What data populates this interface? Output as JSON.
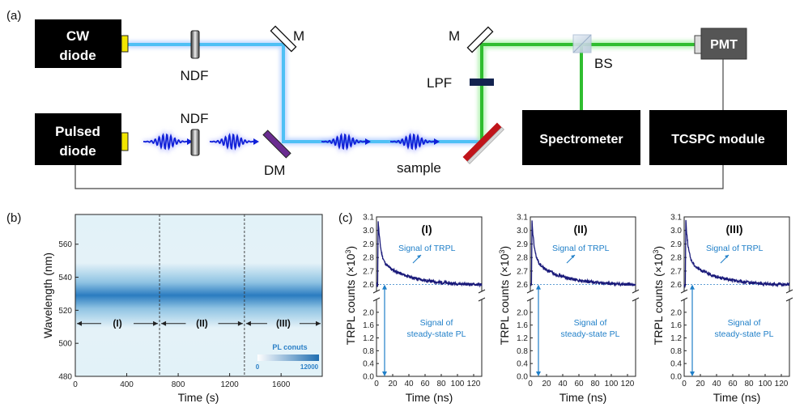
{
  "panel_a": {
    "label": "(a)",
    "boxes": {
      "cw_line1": "CW",
      "cw_line2": "diode",
      "pulsed_line1": "Pulsed",
      "pulsed_line2": "diode",
      "pmt": "PMT",
      "spectrometer": "Spectrometer",
      "tcspc": "TCSPC module"
    },
    "labels": {
      "ndf_top": "NDF",
      "ndf_bottom": "NDF",
      "m_left": "M",
      "m_right": "M",
      "dm": "DM",
      "lpf": "LPF",
      "bs": "BS",
      "sample": "sample"
    },
    "colors": {
      "blue_beam": "#3ab0f0",
      "green_beam": "#2fbd2f",
      "box": "#000000",
      "pmt_box": "#555555",
      "sample_mirror": "#c0141a",
      "dm": "#6a2c91",
      "lpf": "#13234f"
    }
  },
  "panel_b": {
    "label": "(b)",
    "chart_data": {
      "type": "heatmap",
      "xlabel": "Time (s)",
      "ylabel": "Wavelength (nm)",
      "xlim": [
        0,
        1920
      ],
      "ylim": [
        480,
        578
      ],
      "x_ticks": [
        0,
        400,
        800,
        1200,
        1600
      ],
      "y_ticks": [
        480,
        500,
        520,
        540,
        560
      ],
      "band_center_nm": 536,
      "band_halfwidth_nm": 9,
      "section_boundaries_s": [
        655,
        1315
      ],
      "sections": [
        "(I)",
        "(II)",
        "(III)"
      ],
      "colorbar": {
        "title": "PL conuts",
        "min": "0",
        "max": "12000",
        "colors": [
          "#ffffff",
          "#1f6db0"
        ]
      }
    }
  },
  "panel_c": {
    "label": "(c)",
    "ylabel_main": "TRPL counts (×10",
    "ylabel_sup": "3",
    "ylabel_end": ")",
    "xlabel": "Time (ns)",
    "signal_trpl": "Signal of TRPL",
    "signal_ss_line1": "Signal of",
    "signal_ss_line2": "steady-state PL",
    "chart_data": [
      {
        "type": "line",
        "title": "(I)",
        "xlim": [
          0,
          130
        ],
        "ylim_upper": [
          2.55,
          3.1
        ],
        "ylim_lower": [
          0,
          2.4
        ],
        "x_ticks": [
          0,
          20,
          40,
          60,
          80,
          100,
          120
        ],
        "y_ticks_upper": [
          2.6,
          2.7,
          2.8,
          2.9,
          3.0,
          3.1
        ],
        "y_ticks_lower": [
          0.0,
          0.4,
          0.8,
          1.2,
          1.6,
          2.0
        ],
        "baseline": 2.6,
        "peak": 3.09,
        "peak_time_ns": 2,
        "tau_fast_ns": 3,
        "tau_slow_ns": 35,
        "amp_fast": 0.3,
        "amp_slow": 0.19,
        "floor": 2.595,
        "color": "#1a1a7a"
      },
      {
        "type": "line",
        "title": "(II)",
        "xlim": [
          0,
          130
        ],
        "ylim_upper": [
          2.55,
          3.1
        ],
        "ylim_lower": [
          0,
          2.4
        ],
        "x_ticks": [
          0,
          20,
          40,
          60,
          80,
          100,
          120
        ],
        "y_ticks_upper": [
          2.6,
          2.7,
          2.8,
          2.9,
          3.0,
          3.1
        ],
        "y_ticks_lower": [
          0.0,
          0.4,
          0.8,
          1.2,
          1.6,
          2.0
        ],
        "baseline": 2.6,
        "peak": 3.08,
        "peak_time_ns": 2,
        "tau_fast_ns": 3,
        "tau_slow_ns": 35,
        "amp_fast": 0.29,
        "amp_slow": 0.19,
        "floor": 2.595,
        "color": "#1a1a7a"
      },
      {
        "type": "line",
        "title": "(III)",
        "xlim": [
          0,
          130
        ],
        "ylim_upper": [
          2.55,
          3.1
        ],
        "ylim_lower": [
          0,
          2.4
        ],
        "x_ticks": [
          0,
          20,
          40,
          60,
          80,
          100,
          120
        ],
        "y_ticks_upper": [
          2.6,
          2.7,
          2.8,
          2.9,
          3.0,
          3.1
        ],
        "y_ticks_lower": [
          0.0,
          0.4,
          0.8,
          1.2,
          1.6,
          2.0
        ],
        "baseline": 2.6,
        "peak": 3.09,
        "peak_time_ns": 2,
        "tau_fast_ns": 3,
        "tau_slow_ns": 35,
        "amp_fast": 0.3,
        "amp_slow": 0.19,
        "floor": 2.595,
        "color": "#1a1a7a"
      }
    ]
  }
}
